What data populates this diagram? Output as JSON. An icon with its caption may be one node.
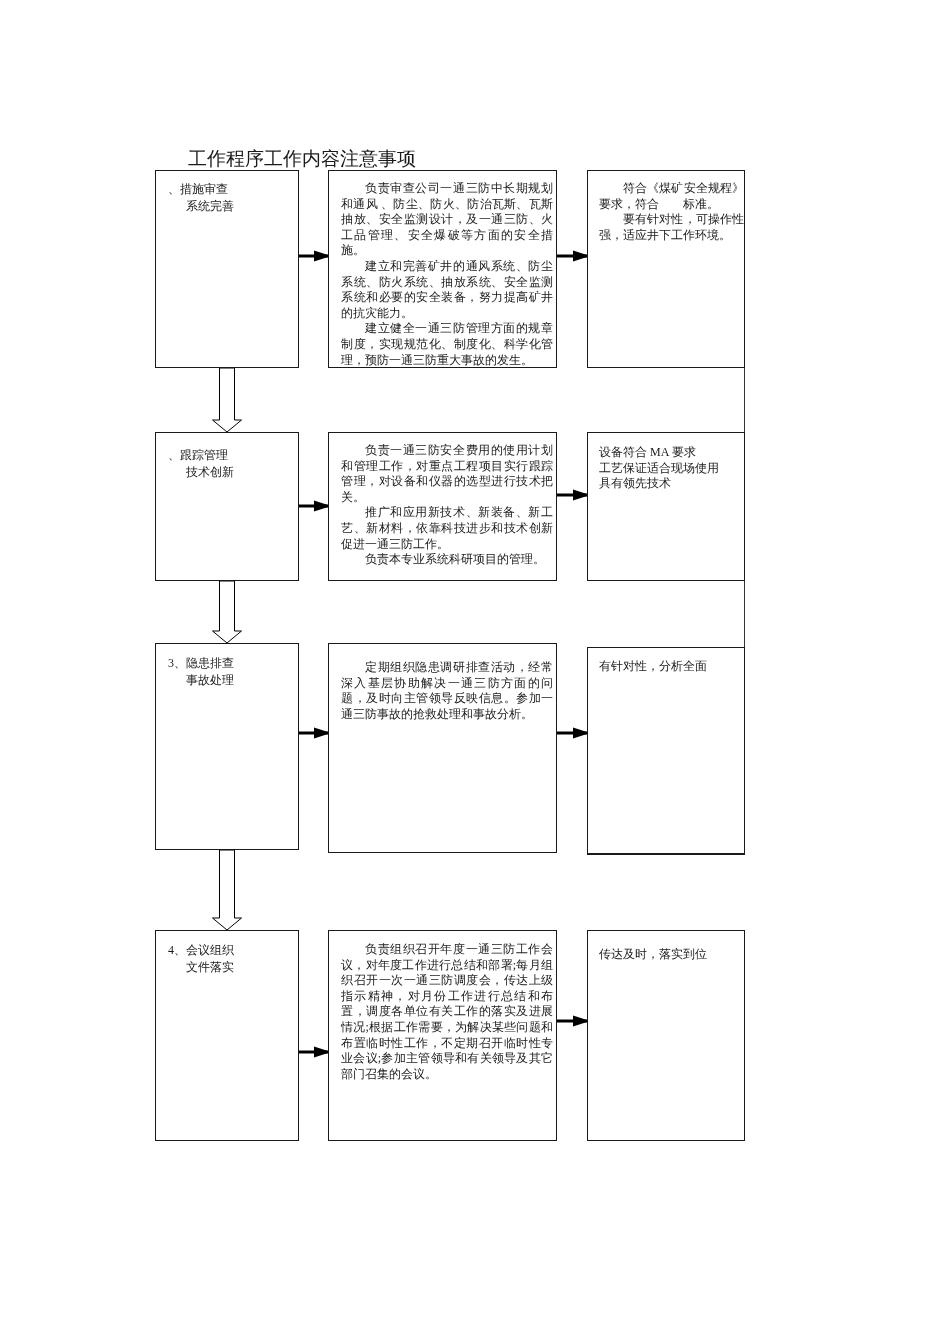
{
  "diagram": {
    "title": "工作程序工作内容注意事项",
    "nodes": [
      {
        "text": [
          "、措施审查",
          "系统完善"
        ]
      },
      {
        "text": [
          "负责审查公司一通三防中长期规划和通风 、防尘、防火、防治瓦斯、瓦斯抽放、安全监测设计，及一通三防、火工品管理、安全爆破等方面的安全措施。",
          "建立和完善矿井的通风系统、防尘系统、防火系统、抽放系统、安全监测系统和必要的安全装备，努力提高矿井的抗灾能力。",
          "建立健全一通三防管理方面的规章制度，实现规范化、制度化、科学化管理，预防一通三防重大事故的发生。"
        ]
      },
      {
        "text": [
          "符合《煤矿安全规程》要求，符合　　标准。",
          "要有针对性，可操作性强，适应井下工作环境。"
        ]
      },
      {
        "text": [
          "、跟踪管理",
          "技术创新"
        ]
      },
      {
        "text": [
          "负责一通三防安全费用的使用计划和管理工作，对重点工程项目实行跟踪管理，对设备和仪器的选型进行技术把关。",
          "推广和应用新技术、新装备、新工艺、新材料，依靠科技进步和技术创新促进一通三防工作。",
          "负责本专业系统科研项目的管理。"
        ]
      },
      {
        "text": [
          "设备符合 MA 要求",
          "工艺保证适合现场使用",
          "具有领先技术"
        ]
      },
      {
        "text": [
          "3、隐患排查",
          "事故处理"
        ]
      },
      {
        "text": [
          "定期组织隐患调研排查活动，经常深入基层协助解决一通三防方面的问题，及时向主管领导反映信息。参加一通三防事故的抢救处理和事故分析。"
        ]
      },
      {
        "text": [
          "有针对性，分析全面"
        ]
      },
      {
        "text": [
          "4、会议组织",
          "文件落实"
        ]
      },
      {
        "text": [
          "负责组织召开年度一通三防工作会议，对年度工作进行总结和部署;每月组织召开一次一通三防调度会，传达上级指示精神，对月份工作进行总结和布置，调度各单位有关工作的落实及进展情况;根据工作需要，为解决某些问题和布置临时性工作，不定期召开临时性专业会议;参加主管领导和有关领导及其它部门召集的会议。"
        ]
      },
      {
        "text": [
          "传达及时，落实到位"
        ]
      }
    ],
    "edges": [
      {
        "from": 0,
        "to": 1,
        "arrow": "to"
      },
      {
        "from": 1,
        "to": 2,
        "arrow": "to"
      },
      {
        "from": 0,
        "to": 3,
        "arrow": "to"
      },
      {
        "from": 3,
        "to": 4,
        "arrow": "to"
      },
      {
        "from": 4,
        "to": 5,
        "arrow": "to"
      },
      {
        "from": 3,
        "to": 6,
        "arrow": "to"
      },
      {
        "from": 6,
        "to": 7,
        "arrow": "to"
      },
      {
        "from": 7,
        "to": 8,
        "arrow": "to"
      },
      {
        "from": 6,
        "to": 9,
        "arrow": "to"
      },
      {
        "from": 9,
        "to": 10,
        "arrow": "to"
      },
      {
        "from": 10,
        "to": 11,
        "arrow": "to"
      }
    ]
  }
}
